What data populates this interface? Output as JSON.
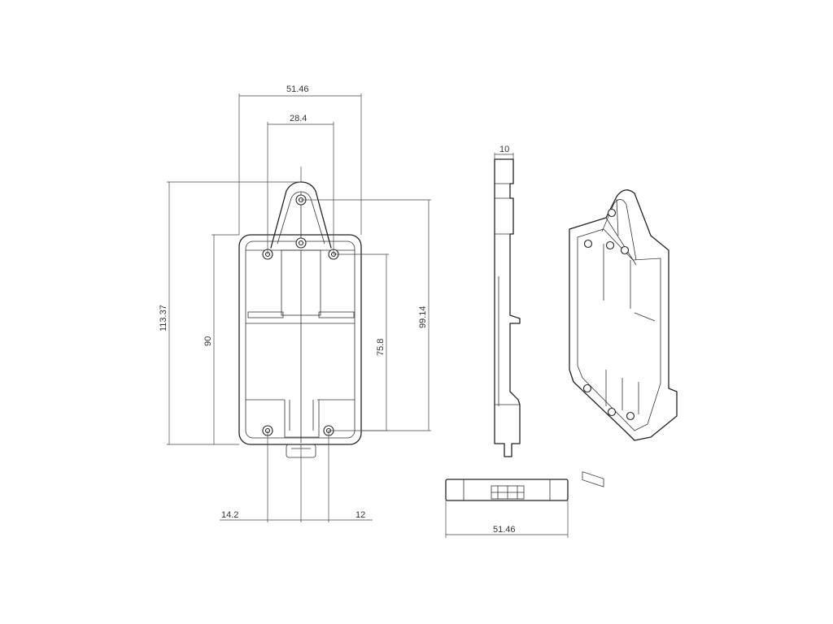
{
  "dimensions": {
    "front_total_width": "51.46",
    "front_hook_width": "28.4",
    "front_total_height": "113.37",
    "front_body_height": "90",
    "front_hole_span": "75.8",
    "front_hook_height": "99.14",
    "front_left_offset": "14.2",
    "front_right_offset": "12",
    "side_thickness": "10",
    "bottom_width": "51.46"
  },
  "colors": {
    "line": "#222222",
    "background": "#ffffff"
  }
}
